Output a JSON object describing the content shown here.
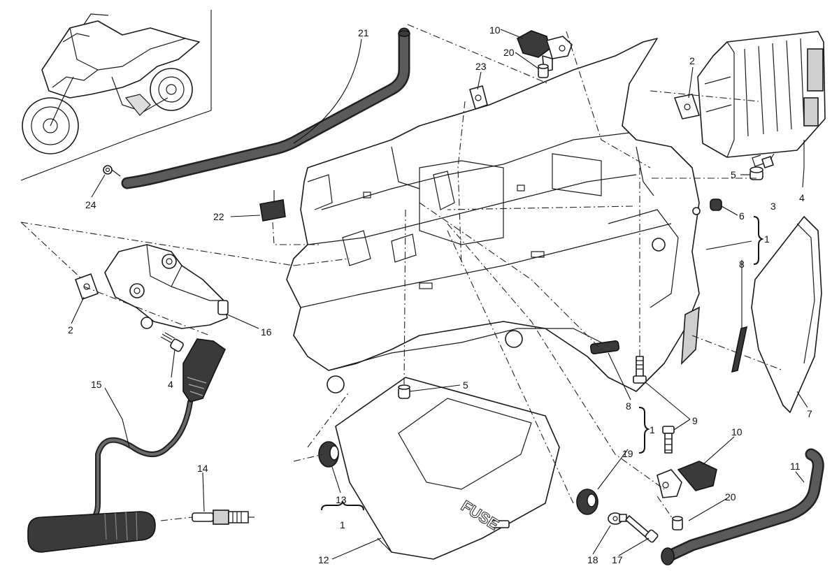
{
  "fuse_text": "FUSE",
  "callouts": [
    "21",
    "10",
    "20",
    "23",
    "2",
    "5",
    "3",
    "4",
    "24",
    "22",
    "6",
    "1",
    "8",
    "2",
    "16",
    "4",
    "15",
    "5",
    "7",
    "8",
    "9",
    "1",
    "19",
    "10",
    "14",
    "13",
    "1",
    "11",
    "20",
    "12",
    "18",
    "17"
  ]
}
